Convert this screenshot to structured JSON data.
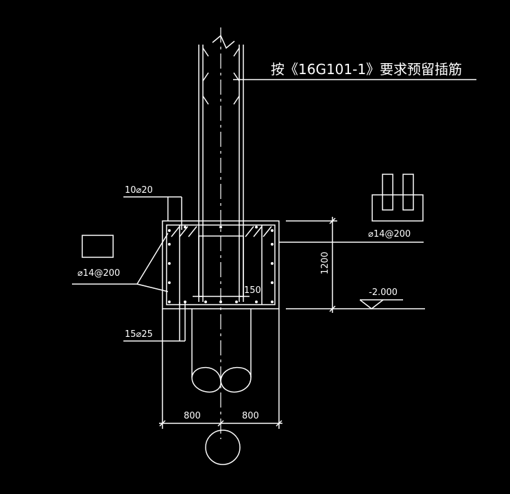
{
  "colors": {
    "background": "#000000",
    "line": "#ffffff",
    "centerline": "#ffffff"
  },
  "annotations": {
    "dowel_note": "按《16G101-1》要求预留插筋",
    "top_bars": "10⌀20",
    "bottom_bars": "15⌀25",
    "stirrup_left": "⌀14@200",
    "stirrup_right": "⌀14@200",
    "depth": "1200",
    "elevation": "-2.000",
    "cover": "150",
    "dim_left": "800",
    "dim_right": "800"
  }
}
